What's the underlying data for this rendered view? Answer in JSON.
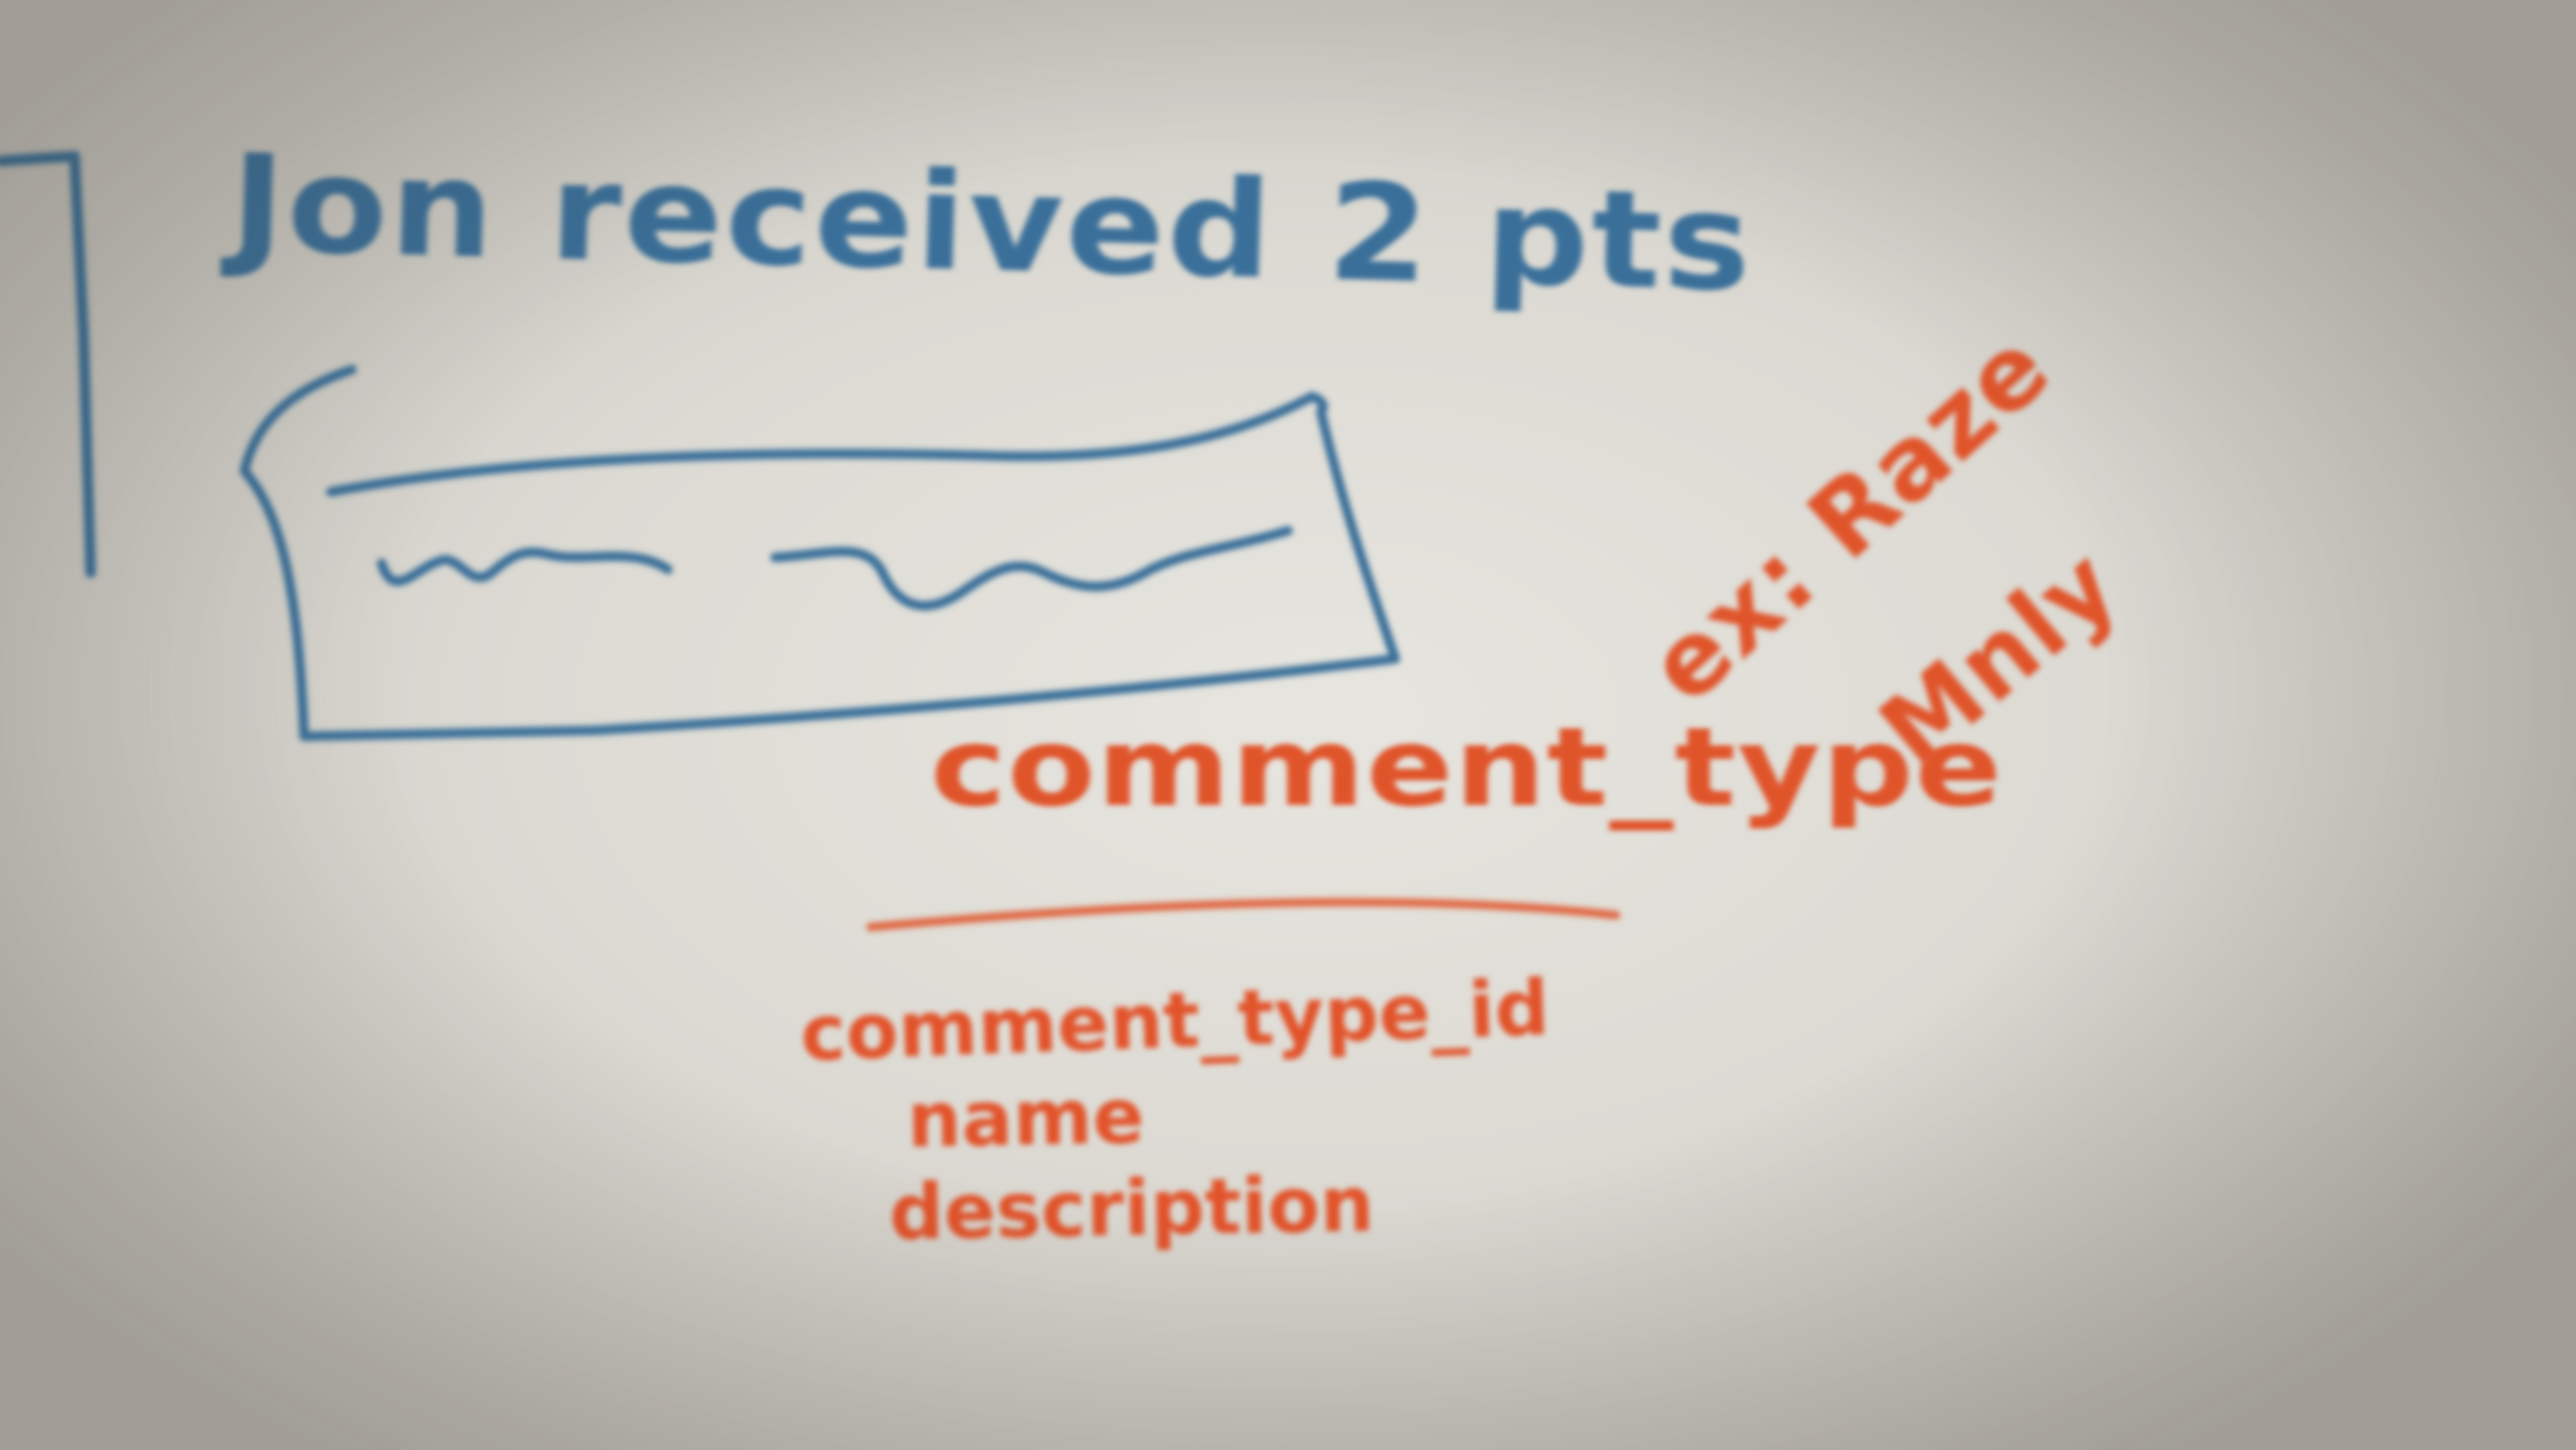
{
  "whiteboard": {
    "heading": "Jon received 2 pts",
    "table_name": "comment_type",
    "fields": [
      "comment_type_id",
      "name",
      "description"
    ],
    "example": [
      "ex: Raze",
      "Mnly"
    ],
    "ink_colors": {
      "blue": "#3a6f99",
      "orange": "#e0542a"
    }
  }
}
